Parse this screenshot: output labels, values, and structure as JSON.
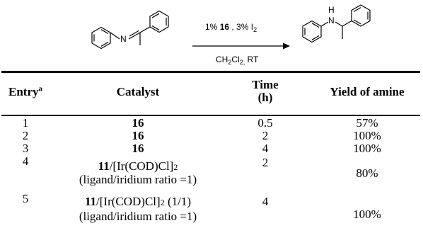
{
  "scheme": {
    "imine_atom": "N",
    "amine_atom": "H",
    "amine_atom2": "N",
    "cond_top": "1% ",
    "cond_top_cat": "16",
    "cond_top_mid": " , 3% I",
    "cond_top_sub": "2",
    "cond_bottom": "CH",
    "cond_bottom_sub1": "2",
    "cond_bottom_cl": "Cl",
    "cond_bottom_sub2": "2,",
    "cond_bottom_rt": " RT"
  },
  "table": {
    "headers": {
      "entry": "Entry",
      "entry_sup": "a",
      "catalyst": "Catalyst",
      "time_line1": "Time",
      "time_line2": "(h)",
      "yield": "Yield of amine"
    },
    "rows": [
      {
        "entry": "1",
        "catalyst": "16",
        "time": "0.5",
        "yield": "57%"
      },
      {
        "entry": "2",
        "catalyst": "16",
        "time": "2",
        "yield": "100%"
      },
      {
        "entry": "3",
        "catalyst": "16",
        "time": "4",
        "yield": "100%"
      },
      {
        "entry": "4",
        "cat_bold": "11",
        "cat_rest": "/[Ir(COD)Cl]",
        "cat_sub": "2",
        "cat_tail": "",
        "cat_line2": "(ligand/iridium ratio =1)",
        "time": "2",
        "yield": "80%"
      },
      {
        "entry": "5",
        "cat_bold": "11",
        "cat_rest": "/[Ir(COD)Cl]",
        "cat_sub": "2",
        "cat_tail": " (1/1)",
        "cat_line2": "(ligand/iridium ratio =1)",
        "time": "4",
        "yield": "100%"
      }
    ]
  }
}
